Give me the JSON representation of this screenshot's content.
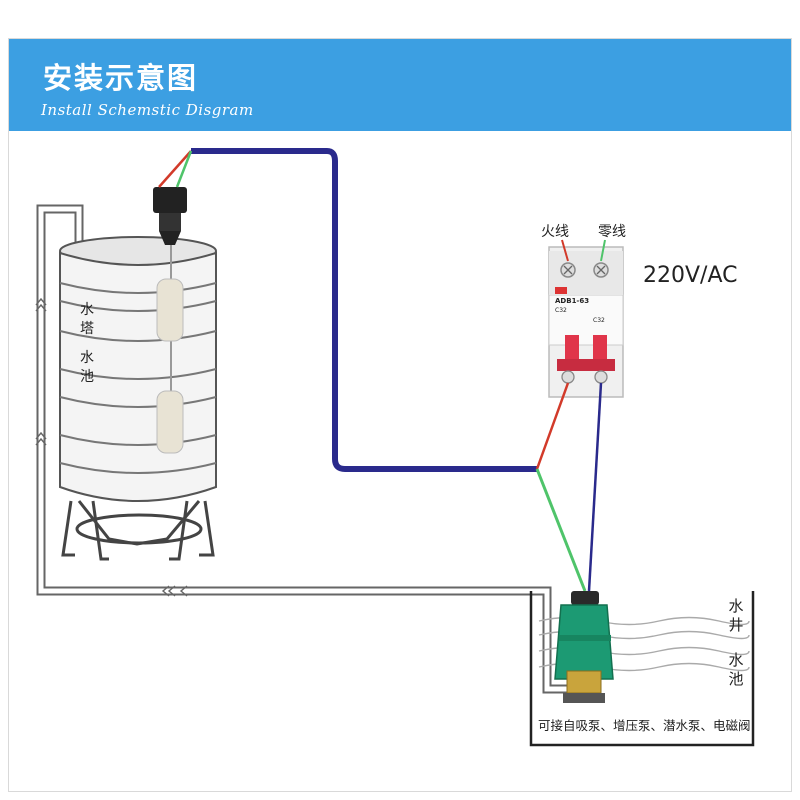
{
  "header": {
    "title": "安装示意图",
    "subtitle": "Install Schemstic Disgram"
  },
  "breaker": {
    "live_label": "火线",
    "neutral_label": "零线",
    "voltage": "220V/AC",
    "model": "ADB1-63",
    "rating_codes": [
      "C32",
      "C32"
    ]
  },
  "tank": {
    "label_line1": "水塔",
    "label_line2": "水池"
  },
  "well": {
    "label_line1": "水井",
    "label_line2": "水池",
    "note": "可接自吸泵、增压泵、潜水泵、电磁阀"
  },
  "colors": {
    "banner": "#3c9fe2",
    "main_wire": "#2a2a8c",
    "live_wire": "#d23a2a",
    "ground_wire": "#4fc46a",
    "neutral_wire": "#2a2a8c",
    "breaker_red": "#e0354a",
    "pump_green": "#1c9a73"
  }
}
